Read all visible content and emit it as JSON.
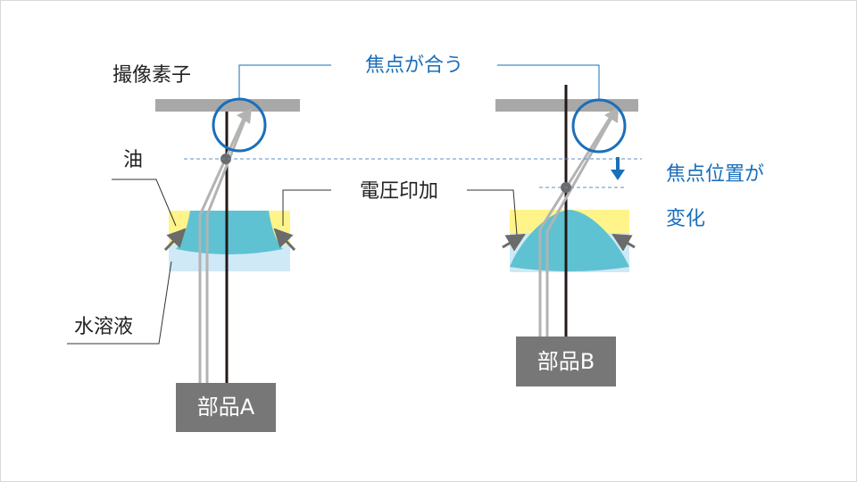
{
  "labels": {
    "image_sensor": "撮像素子",
    "in_focus": "焦点が合う",
    "oil": "油",
    "voltage_applied": "電圧印加",
    "aqueous_solution": "水溶液",
    "focus_change_line1": "焦点位置が",
    "focus_change_line2": "変化",
    "part_a": "部品A",
    "part_b": "部品B"
  },
  "colors": {
    "sensor": "#a8a8a8",
    "focus_circle": "#1a6fba",
    "accent_blue": "#1a6fba",
    "oil": "#fff48a",
    "aqueous": "#cfe9f7",
    "liquid_lens": "#5ec2d2",
    "optical_axis": "#231815",
    "light_ray": "#b3b3b3",
    "part_box": "#777777",
    "electrode": "#6b6b6b",
    "leader_line": "#333333"
  },
  "icons": {
    "down_arrow": "down-arrow-icon"
  }
}
